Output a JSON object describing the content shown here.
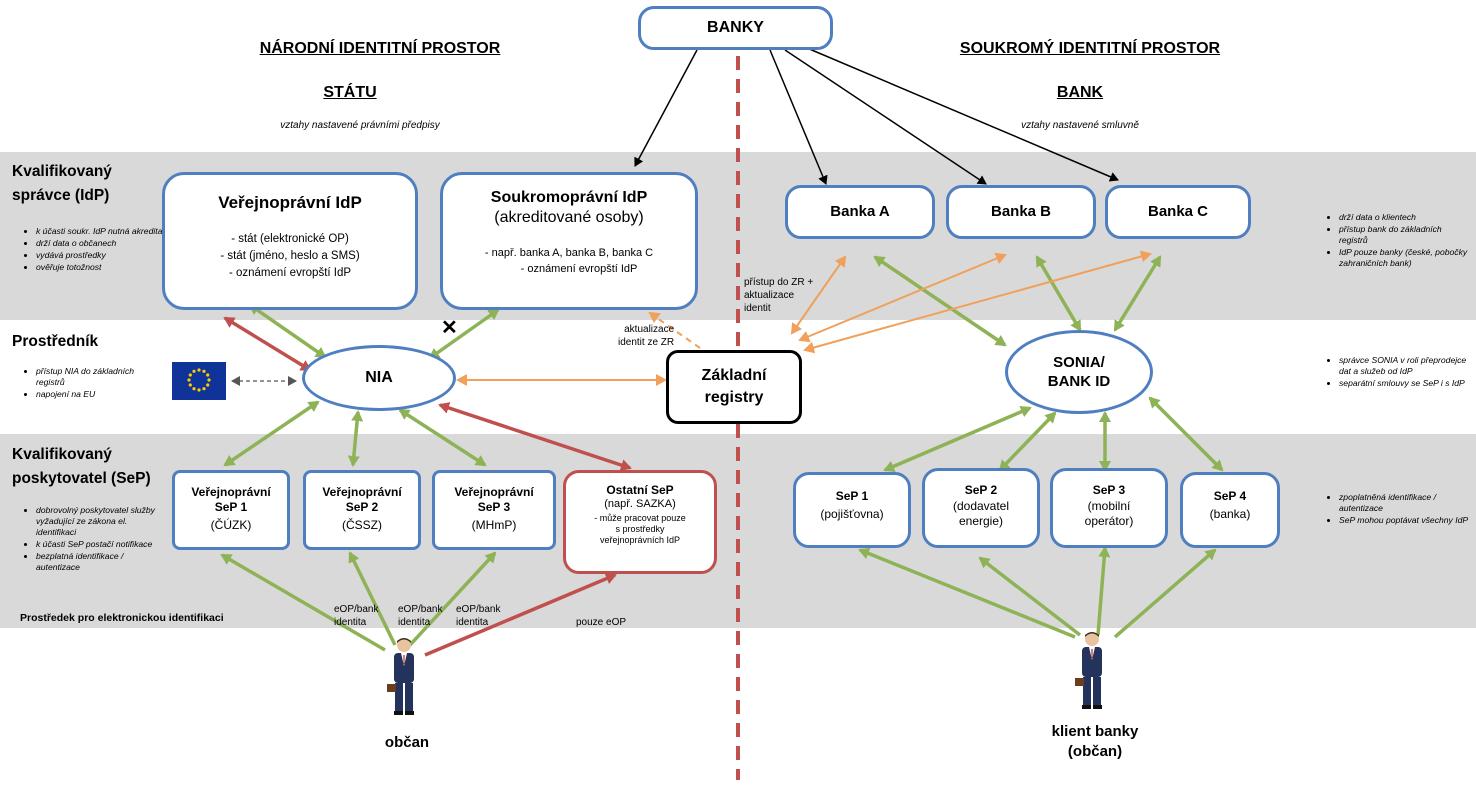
{
  "headers": {
    "national": "NÁRODNÍ IDENTITNÍ PROSTOR",
    "state": "STÁTU",
    "state_sub": "vztahy nastavené právními předpisy",
    "private": "SOUKROMÝ IDENTITNÍ PROSTOR",
    "bank": "BANK",
    "bank_sub": "vztahy nastavené smluvně"
  },
  "banky": "BANKY",
  "sections": {
    "idp": [
      "Kvalifikovaný",
      "správce (IdP)"
    ],
    "mid": "Prostředník",
    "sep": [
      "Kvalifikovaný",
      "poskytovatel (SeP)"
    ],
    "eid": "Prostředek pro elektronickou identifikaci"
  },
  "left_notes": {
    "idp": [
      "k účasti soukr. IdP nutná akreditace",
      "drží data o občanech",
      "vydává prostředky",
      "ověřuje totožnost"
    ],
    "mid": [
      "přístup NIA do základních registrů",
      "napojení na EU"
    ],
    "sep": [
      "dobrovolný poskytovatel služby vyžadující ze zákona el. identifikaci",
      "k účasti SeP postačí notifikace",
      "bezplatná identifikace / autentizace"
    ]
  },
  "right_notes": {
    "idp": [
      "drží data o klientech",
      "přístup bank do základních registrů",
      "IdP pouze banky (české, pobočky zahraničních bank)"
    ],
    "mid": [
      "správce SONIA v roli přeprodejce dat a služeb od IdP",
      "separátní smlouvy se SeP i s IdP"
    ],
    "sep": [
      "zpoplatněná identifikace / autentizace",
      "SeP mohou poptávat všechny IdP"
    ]
  },
  "idp_public": {
    "title": "Veřejnoprávní IdP",
    "lines": [
      "- stát (elektronické OP)",
      "- stát (jméno, heslo a SMS)",
      "- oznámení evropští IdP"
    ]
  },
  "idp_private": {
    "title": "Soukromoprávní IdP",
    "subtitle": "(akreditované osoby)",
    "lines": [
      "- např. banka A, banka B, banka C",
      "- oznámení evropští IdP"
    ]
  },
  "banks": [
    "Banka A",
    "Banka B",
    "Banka C"
  ],
  "nia": "NIA",
  "registry": [
    "Základní",
    "registry"
  ],
  "sonia": [
    "SONIA/",
    "BANK ID"
  ],
  "labels": {
    "zr_access": [
      "přístup do ZR +",
      "aktualizace",
      "identit"
    ],
    "zr_update": [
      "aktualizace",
      "identit ze ZR"
    ],
    "eop1": [
      "eOP/bank",
      "identita"
    ],
    "eop2": [
      "eOP/bank",
      "identita"
    ],
    "eop3": [
      "eOP/bank",
      "identita"
    ],
    "eop_only": "pouze eOP",
    "cross": "✕"
  },
  "sep_public": [
    {
      "title": [
        "Veřejnoprávní",
        "SeP 1"
      ],
      "sub": "(ČÚZK)"
    },
    {
      "title": [
        "Veřejnoprávní",
        "SeP 2"
      ],
      "sub": "(ČSSZ)"
    },
    {
      "title": [
        "Veřejnoprávní",
        "SeP 3"
      ],
      "sub": "(MHmP)"
    }
  ],
  "sep_other": {
    "title": "Ostatní SeP",
    "sub": "(např. SAZKA)",
    "lines": [
      "- může pracovat pouze",
      "s prostředky",
      "veřejnoprávních IdP"
    ]
  },
  "sep_bank": [
    {
      "title": "SeP 1",
      "lines": [
        "(pojišťovna)"
      ]
    },
    {
      "title": "SeP 2",
      "lines": [
        "(dodavatel",
        "energie)"
      ]
    },
    {
      "title": "SeP 3",
      "lines": [
        "(mobilní",
        "operátor)"
      ]
    },
    {
      "title": "SeP 4",
      "lines": [
        "(banka)"
      ]
    }
  ],
  "people": {
    "citizen": "občan",
    "client": [
      "klient banky",
      "(občan)"
    ]
  },
  "colors": {
    "blue": "#4f7fc0",
    "green": "#8db356",
    "red": "#c0504d",
    "orange": "#f0a05a",
    "band": "#d9d9d9"
  },
  "icons": [
    "eu-flag-icon",
    "person-icon"
  ]
}
